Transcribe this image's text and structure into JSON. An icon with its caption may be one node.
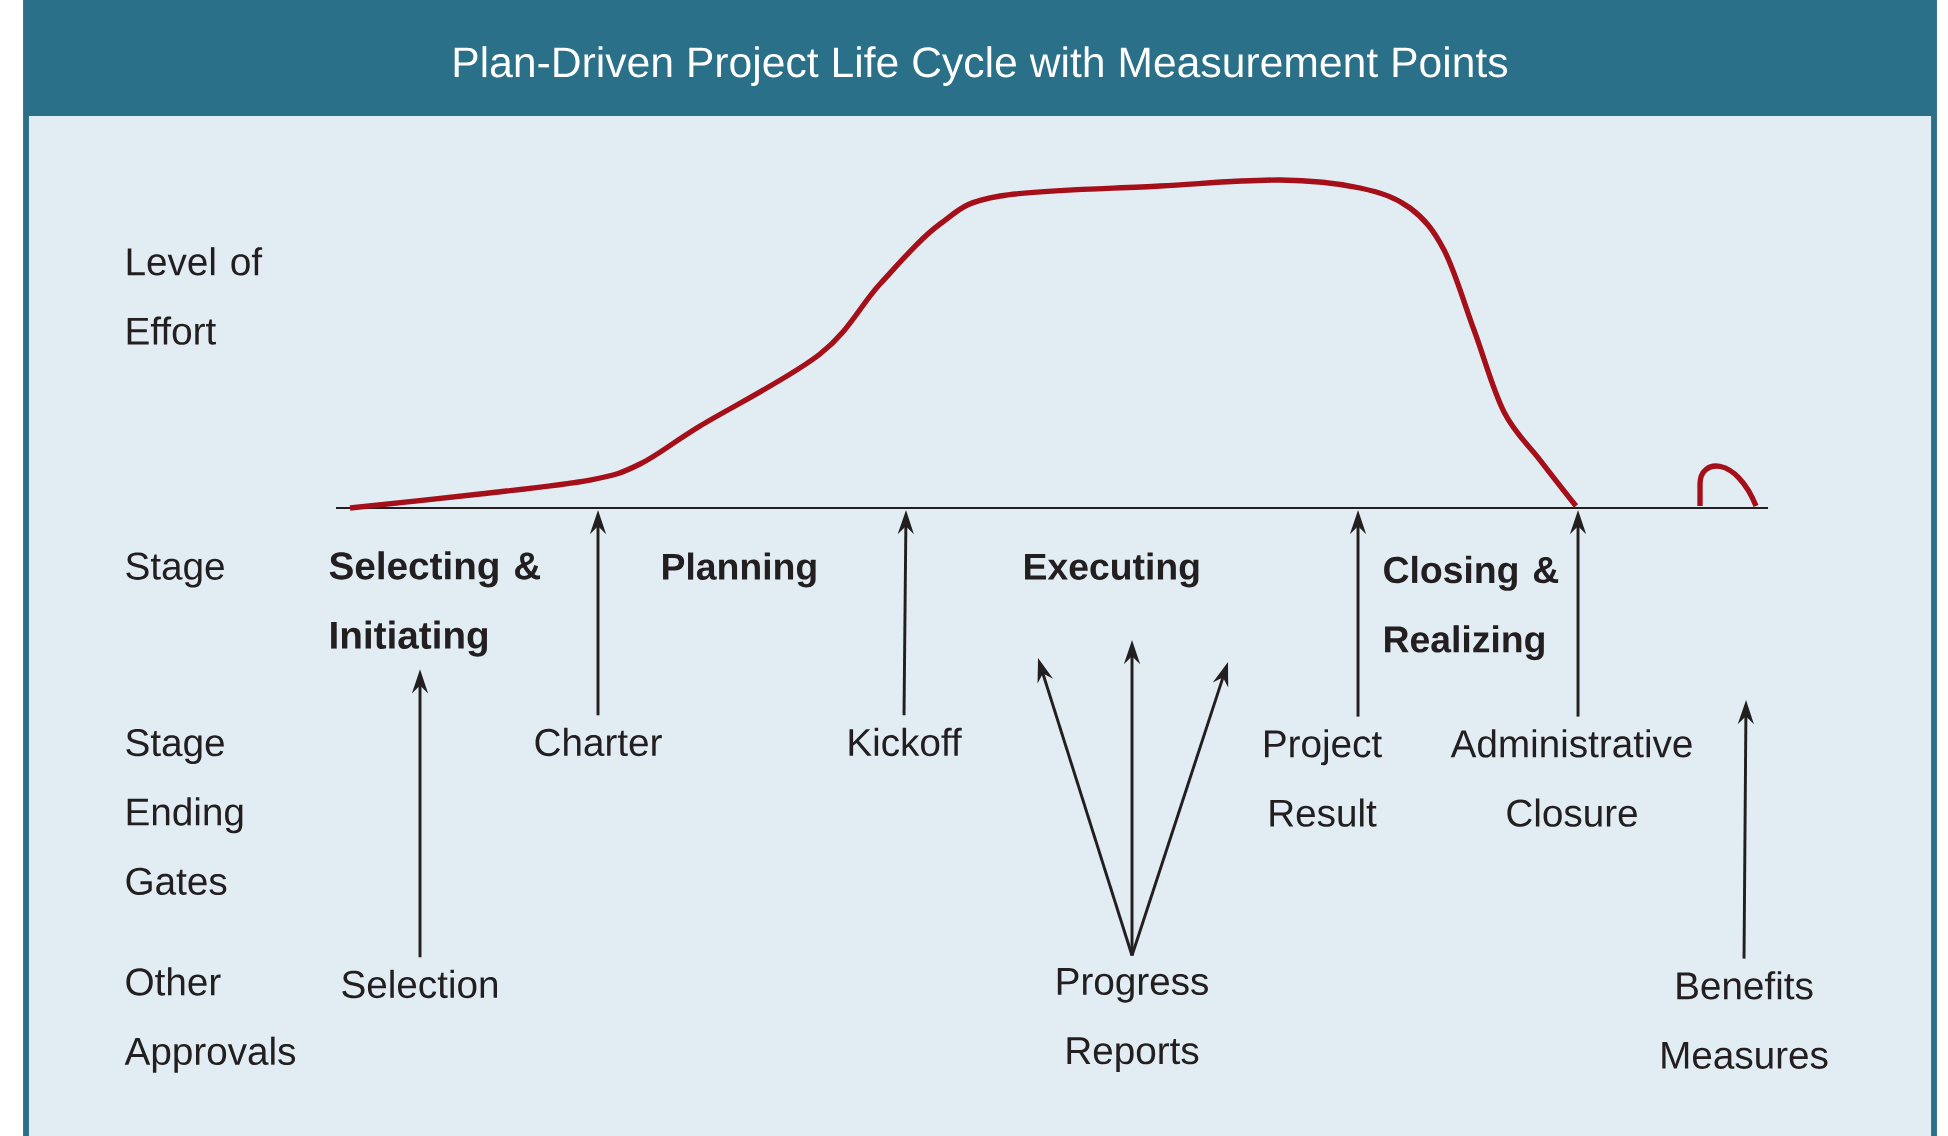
{
  "diagram": {
    "title": "Plan-Driven Project Life Cycle with Measurement Points",
    "nodes": [
      {
        "text": [
          "Charter"
        ]
      },
      {
        "text": [
          "Kickoff"
        ]
      },
      {
        "text": [
          "Project Result"
        ]
      },
      {
        "text": [
          "Administrative Closure"
        ]
      },
      {
        "text": [
          "Selecting & Initiating"
        ]
      },
      {
        "text": [
          "Selection"
        ]
      },
      {
        "text": [
          "Progress Reports"
        ]
      },
      {
        "text": [
          "Benefits Measures"
        ]
      }
    ],
    "edges": [
      {
        "from": 0,
        "to": null,
        "arrow": "to"
      },
      {
        "from": 1,
        "to": null,
        "arrow": "to"
      },
      {
        "from": 2,
        "to": null,
        "arrow": "to"
      },
      {
        "from": 3,
        "to": null,
        "arrow": "to"
      },
      {
        "from": 5,
        "to": 4,
        "arrow": "to"
      },
      {
        "from": 6,
        "to": null,
        "arrow": "to"
      },
      {
        "from": 6,
        "to": null,
        "arrow": "to"
      },
      {
        "from": 6,
        "to": null,
        "arrow": "to"
      },
      {
        "from": 7,
        "to": null,
        "arrow": "to"
      }
    ],
    "labels": [
      "Level of Effort",
      "Stage",
      "Planning",
      "Executing",
      "Closing & Realizing",
      "Stage Ending Gates",
      "Other Approvals"
    ]
  }
}
